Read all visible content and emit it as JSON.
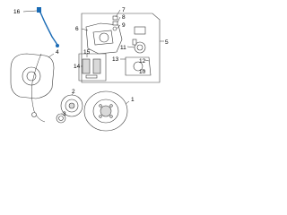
{
  "colors": {
    "sensor_highlight": "#1a6bb5",
    "outline": "#3a3a3a",
    "shade": "#d9d9d9"
  },
  "callouts": [
    {
      "id": "16",
      "text": "16"
    },
    {
      "id": "7",
      "text": "7"
    },
    {
      "id": "8",
      "text": "8"
    },
    {
      "id": "9",
      "text": "9"
    },
    {
      "id": "6",
      "text": "6"
    },
    {
      "id": "5",
      "text": "5"
    },
    {
      "id": "11",
      "text": "11"
    },
    {
      "id": "12",
      "text": "12"
    },
    {
      "id": "10",
      "text": "10"
    },
    {
      "id": "15",
      "text": "15"
    },
    {
      "id": "14",
      "text": "14"
    },
    {
      "id": "13",
      "text": "13"
    },
    {
      "id": "4",
      "text": "4"
    },
    {
      "id": "2",
      "text": "2"
    },
    {
      "id": "3",
      "text": "3"
    },
    {
      "id": "1",
      "text": "1"
    }
  ]
}
